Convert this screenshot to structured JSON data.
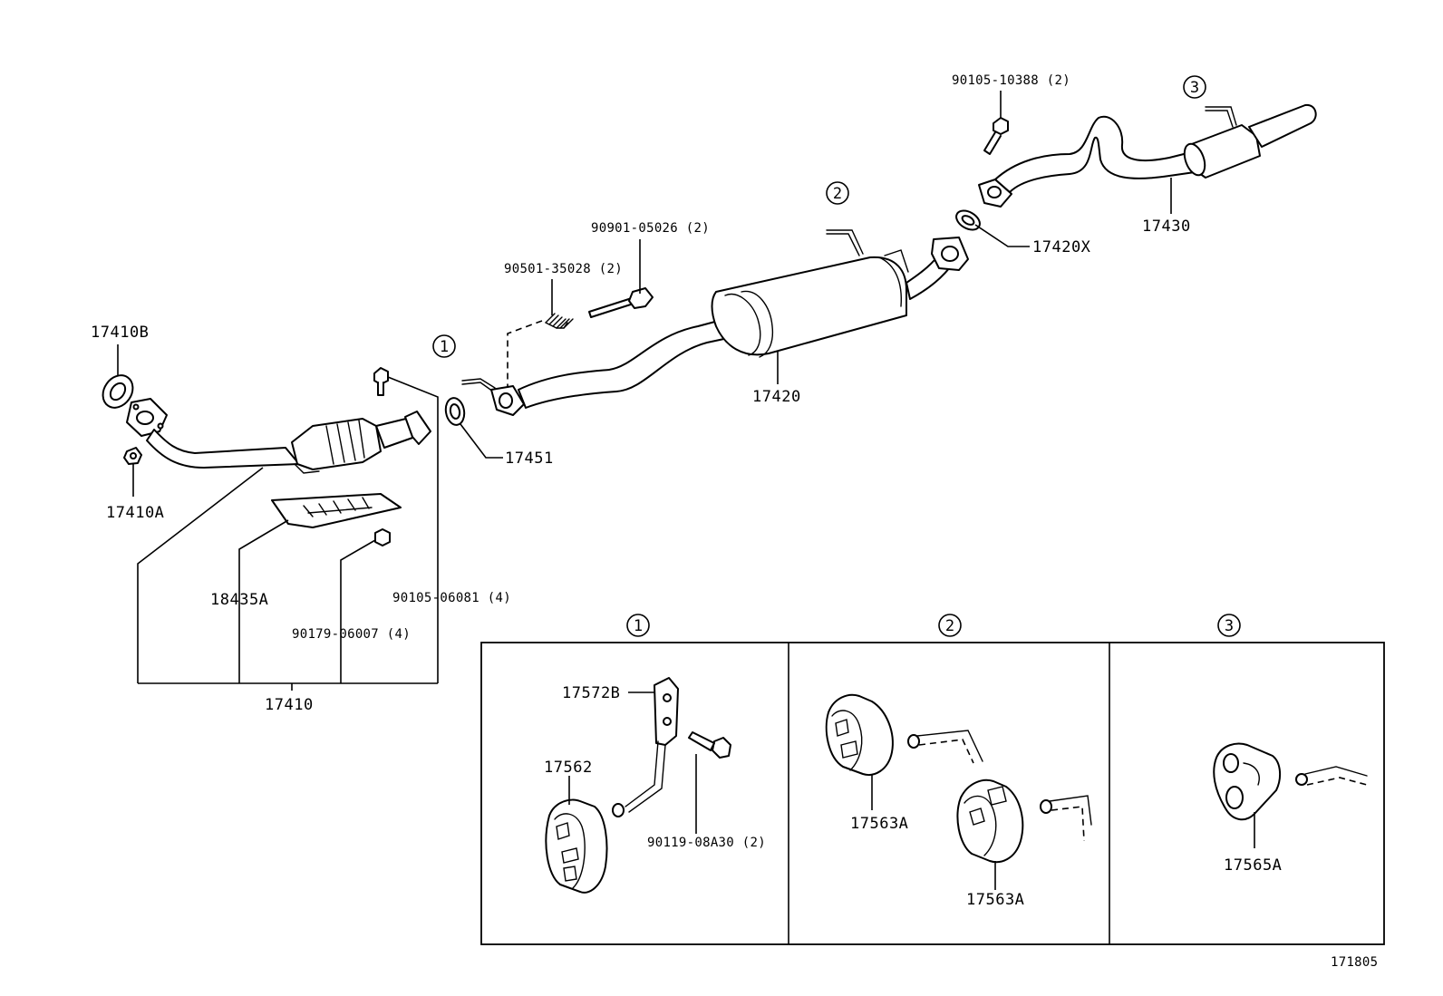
{
  "diagram_id": "171805",
  "main_labels": {
    "l17410B": "17410B",
    "l17410A": "17410A",
    "l18435A": "18435A",
    "l90179": "90179-06007 (4)",
    "l90105_06081": "90105-06081 (4)",
    "l17410": "17410",
    "l17451": "17451",
    "l90501": "90501-35028 (2)",
    "l90901": "90901-05026 (2)",
    "l17420": "17420",
    "l17420X": "17420X",
    "l90105_10388": "90105-10388 (2)",
    "l17430": "17430"
  },
  "markers": {
    "m1": "1",
    "m2": "2",
    "m3": "3"
  },
  "detail_panels": {
    "p1": {
      "marker": "1",
      "labels": {
        "l17572B": "17572B",
        "l17562": "17562",
        "l90119": "90119-08A30 (2)"
      }
    },
    "p2": {
      "marker": "2",
      "labels": {
        "l17563A_a": "17563A",
        "l17563A_b": "17563A"
      }
    },
    "p3": {
      "marker": "3",
      "labels": {
        "l17565A": "17565A"
      }
    }
  }
}
